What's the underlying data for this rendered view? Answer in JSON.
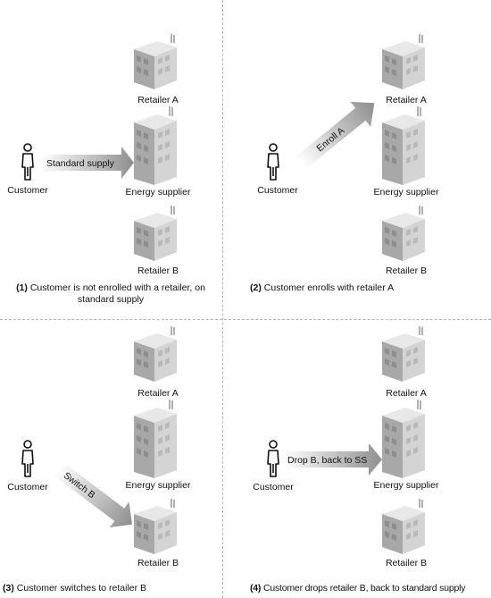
{
  "panels": [
    {
      "id": "1",
      "caption_number": "(1)",
      "caption_text": "Customer is not enrolled with  a retailer, on",
      "caption_text_2": "standard supply",
      "customer_label": "Customer",
      "retailer_a_label": "Retailer A",
      "supplier_label": "Energy supplier",
      "retailer_b_label": "Retailer B",
      "arrow_label": "Standard supply"
    },
    {
      "id": "2",
      "caption_number": "(2)",
      "caption_text": "Customer enrolls with retailer A",
      "customer_label": "Customer",
      "retailer_a_label": "Retailer A",
      "supplier_label": "Energy supplier",
      "retailer_b_label": "Retailer B",
      "arrow_label": "Enroll A"
    },
    {
      "id": "3",
      "caption_number": "(3)",
      "caption_text": "Customer switches to retailer B",
      "customer_label": "Customer",
      "retailer_a_label": "Retailer A",
      "supplier_label": "Energy supplier",
      "retailer_b_label": "Retailer B",
      "arrow_label": "Switch B"
    },
    {
      "id": "4",
      "caption_number": "(4)",
      "caption_text": "Customer drops retailer B, back to standard supply",
      "customer_label": "Customer",
      "retailer_a_label": "Retailer A",
      "supplier_label": "Energy supplier",
      "retailer_b_label": "Retailer B",
      "arrow_label": "Drop B, back to SS"
    }
  ]
}
